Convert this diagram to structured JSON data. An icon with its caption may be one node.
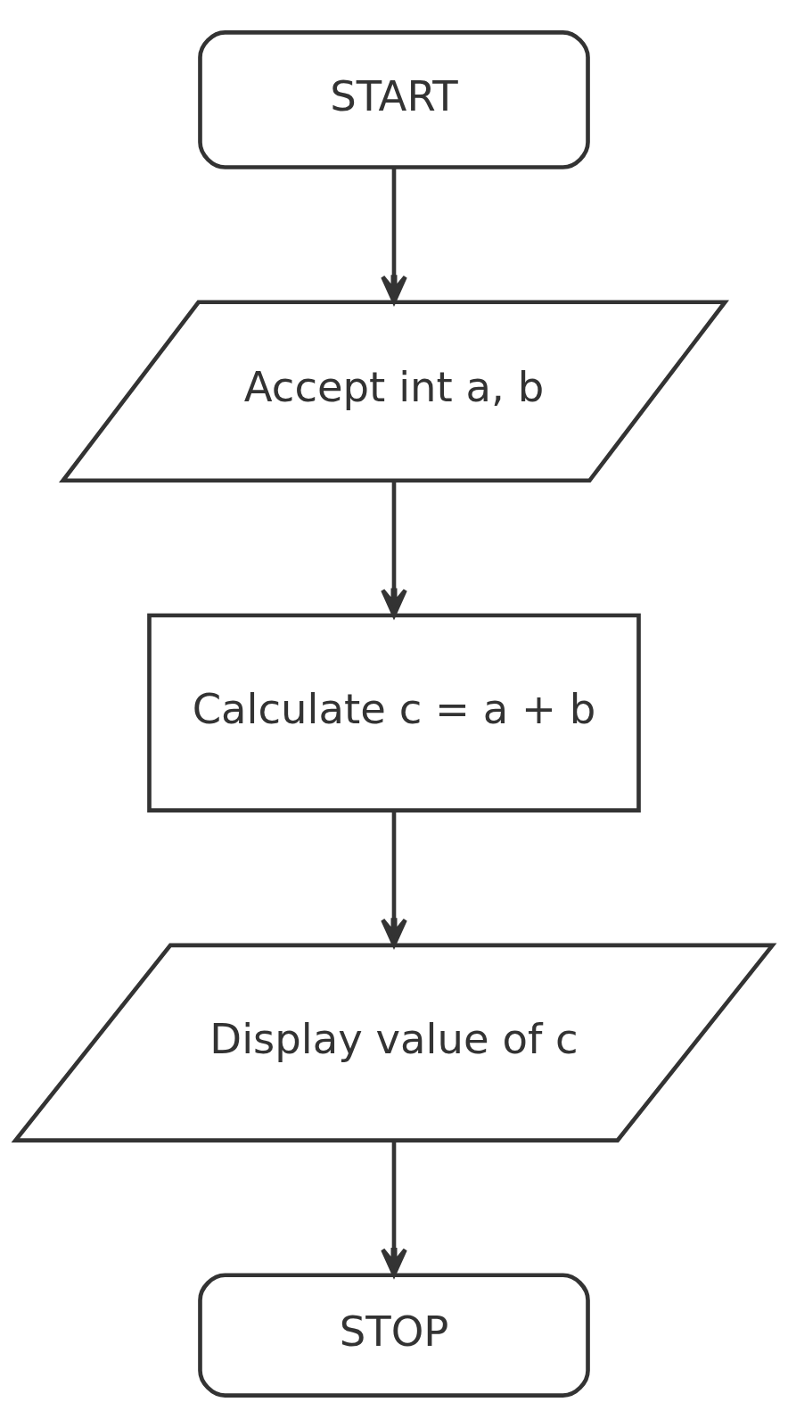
{
  "diagram": {
    "nodes": [
      {
        "text": [
          "START"
        ]
      },
      {
        "text": [
          "Accept int a, b"
        ]
      },
      {
        "text": [
          "Calculate c = a + b"
        ]
      },
      {
        "text": [
          "Display value of c"
        ]
      },
      {
        "text": [
          "STOP"
        ]
      }
    ],
    "edges": [
      {
        "from": 0,
        "to": 1,
        "arrow": "to"
      },
      {
        "from": 1,
        "to": 2,
        "arrow": "to"
      },
      {
        "from": 2,
        "to": 3,
        "arrow": "to"
      },
      {
        "from": 3,
        "to": 4,
        "arrow": "to"
      }
    ]
  }
}
